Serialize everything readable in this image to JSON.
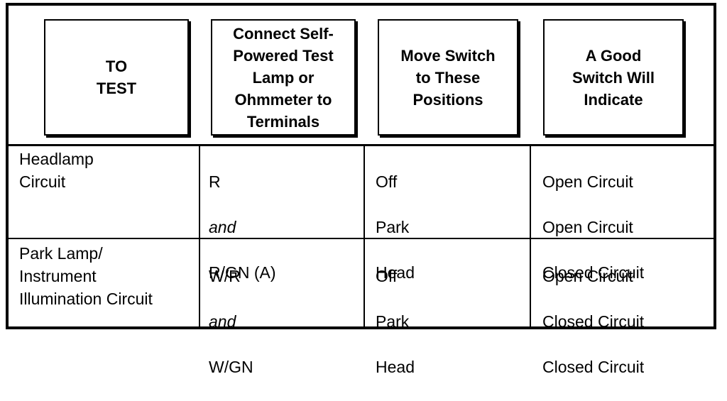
{
  "header": {
    "col_test": "TO\nTEST",
    "col_terminals": "Connect Self-\nPowered Test\nLamp or\nOhmmeter to\nTerminals",
    "col_positions": "Move Switch\nto These\nPositions",
    "col_indicate": "A Good\nSwitch Will\nIndicate"
  },
  "rows": [
    {
      "test": "Headlamp\nCircuit",
      "terminals": [
        "R",
        "and",
        "R/GN (A)"
      ],
      "positions": [
        "Off",
        "Park",
        "Head"
      ],
      "indicate": [
        "Open Circuit",
        "Open Circuit",
        "Closed Circuit"
      ]
    },
    {
      "test": "Park Lamp/\nInstrument\nIllumination Circuit",
      "terminals": [
        "W/R",
        "and",
        "W/GN"
      ],
      "positions": [
        "Off",
        "Park",
        "Head"
      ],
      "indicate": [
        "Open Circuit",
        "Closed Circuit",
        "Closed Circuit"
      ]
    }
  ]
}
